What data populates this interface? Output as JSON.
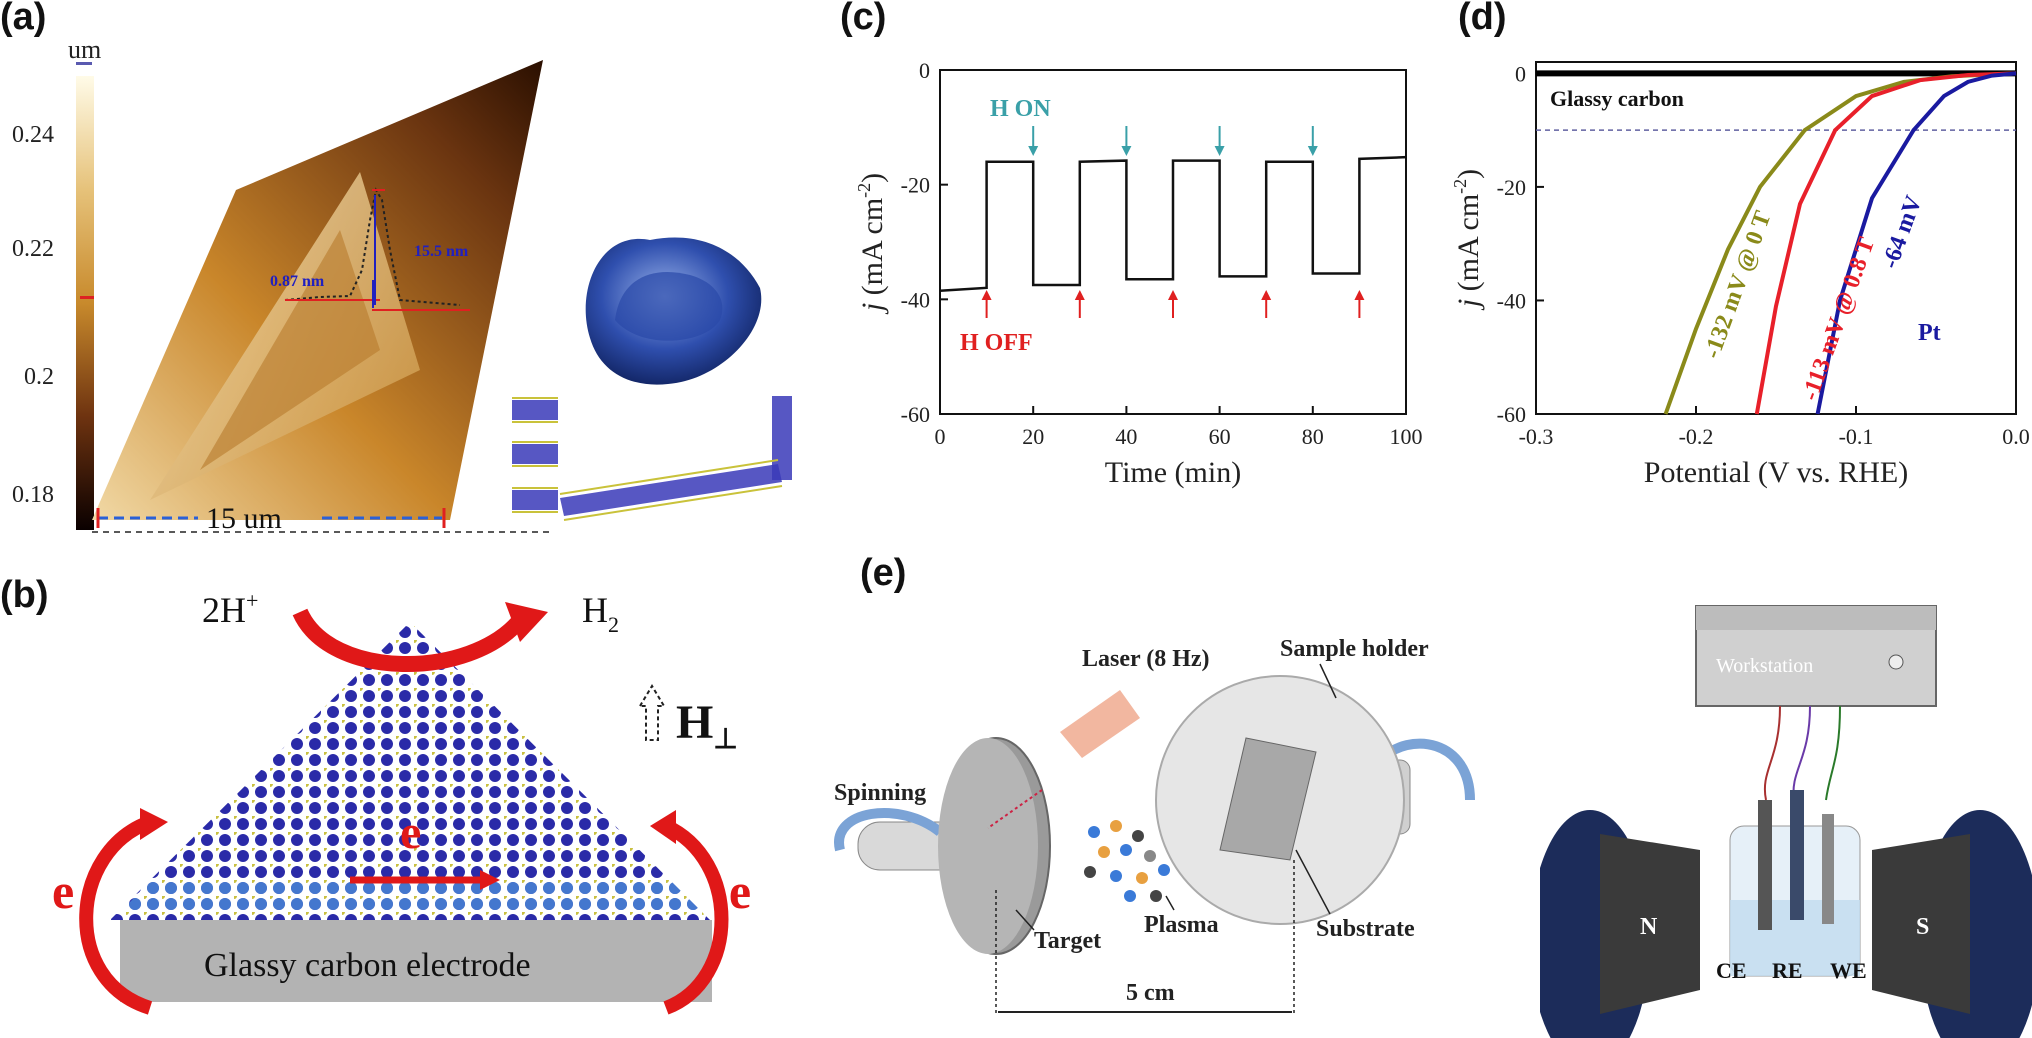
{
  "panel_labels": {
    "a": "(a)",
    "b": "(b)",
    "c": "(c)",
    "d": "(d)",
    "e": "(e)"
  },
  "panel_a": {
    "unit": "um",
    "colorbar_ticks": [
      "0.24",
      "0.22",
      "0.2",
      "0.18"
    ],
    "height_label_small": "0.87 nm",
    "height_label_large": "15.5 nm",
    "scale_label": "15 um"
  },
  "panel_b": {
    "reactant": "2H",
    "reactant_sup": "+",
    "product": "H",
    "product_sub": "2",
    "field_label": "H",
    "field_sub": "⊥",
    "electron_center": "e",
    "electron_left": "e",
    "electron_right": "e",
    "electrode_label": "Glassy carbon electrode"
  },
  "panel_e": {
    "laser": "Laser (8 Hz)",
    "sample_holder": "Sample holder",
    "spinning": "Spinning",
    "target": "Target",
    "plasma": "Plasma",
    "substrate": "Substrate",
    "distance": "5 cm",
    "workstation": "Workstation",
    "pole_n": "N",
    "pole_s": "S",
    "ce": "CE",
    "re": "RE",
    "we": "WE"
  },
  "chart_data": [
    {
      "type": "line",
      "panel": "c",
      "xlabel": "Time (min)",
      "ylabel_italic": "j",
      "ylabel_rest": " (mA cm",
      "ylabel_sup": "-2",
      "ylabel_close": ")",
      "xlim": [
        0,
        100
      ],
      "ylim": [
        -60,
        0
      ],
      "xticks": [
        "0",
        "20",
        "40",
        "60",
        "80",
        "100"
      ],
      "yticks": [
        "0",
        "-20",
        "-40",
        "-60"
      ],
      "annotations": {
        "on": "H ON",
        "off": "H OFF"
      },
      "on_markers_x": [
        20,
        40,
        60,
        80
      ],
      "off_markers_x": [
        10,
        30,
        50,
        70,
        90
      ],
      "series": [
        {
          "x": [
            0,
            10,
            10,
            20,
            20,
            30,
            30,
            40,
            40,
            50,
            50,
            60,
            60,
            70,
            70,
            80,
            80,
            90,
            90,
            100
          ],
          "y": [
            -38.5,
            -38,
            -16,
            -16,
            -37.5,
            -37.5,
            -16,
            -15.8,
            -36.5,
            -36.5,
            -15.8,
            -15.8,
            -36,
            -36,
            -16,
            -16,
            -35.5,
            -35.5,
            -15.5,
            -15.2
          ]
        }
      ]
    },
    {
      "type": "line",
      "panel": "d",
      "xlabel": "Potential (V vs. RHE)",
      "ylabel_italic": "j",
      "ylabel_rest": " (mA cm",
      "ylabel_sup": "-2",
      "ylabel_close": ")",
      "xlim": [
        -0.3,
        0.0
      ],
      "ylim": [
        -60,
        2
      ],
      "xticks": [
        "-0.3",
        "-0.2",
        "-0.1",
        "0.0"
      ],
      "yticks": [
        "0",
        "-20",
        "-40",
        "-60"
      ],
      "reference_line_y": -10,
      "series": [
        {
          "name": "Glassy carbon",
          "color": "#000000",
          "x": [
            -0.3,
            0.0
          ],
          "y": [
            0,
            0
          ]
        },
        {
          "name": "-132 mV @ 0 T",
          "color": "#8a8a1a",
          "x": [
            -0.219,
            -0.2,
            -0.18,
            -0.16,
            -0.132,
            -0.1,
            -0.07,
            -0.04,
            0.0
          ],
          "y": [
            -60,
            -45,
            -31,
            -20,
            -10,
            -4,
            -1.5,
            -0.5,
            0
          ]
        },
        {
          "name": "-113 mV @ 0.8 T",
          "color": "#e8202a",
          "x": [
            -0.162,
            -0.15,
            -0.135,
            -0.113,
            -0.09,
            -0.06,
            -0.03,
            0.0
          ],
          "y": [
            -60,
            -41,
            -23,
            -10,
            -4,
            -1.2,
            -0.3,
            0
          ]
        },
        {
          "name": "Pt",
          "color": "#1a1aa0",
          "x": [
            -0.124,
            -0.11,
            -0.09,
            -0.064,
            -0.045,
            -0.03,
            -0.015,
            0.0
          ],
          "y": [
            -60,
            -40,
            -22,
            -10,
            -4,
            -1.5,
            -0.4,
            0
          ]
        }
      ],
      "labels": {
        "pt_value": "-64 mV",
        "pt": "Pt"
      }
    }
  ]
}
